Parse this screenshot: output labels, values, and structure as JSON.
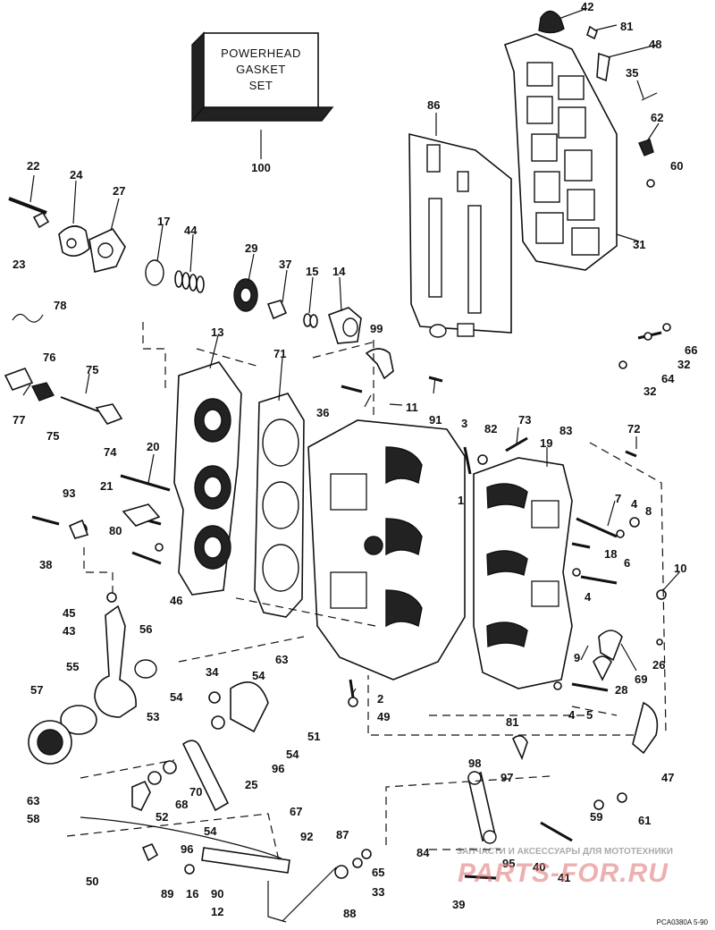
{
  "kit_box": {
    "line1": "POWERHEAD",
    "line2": "GASKET",
    "line3": "SET",
    "number": "100"
  },
  "callouts": [
    {
      "id": "42",
      "text": "42"
    },
    {
      "id": "81a",
      "text": "81"
    },
    {
      "id": "48",
      "text": "48"
    },
    {
      "id": "35",
      "text": "35"
    },
    {
      "id": "86",
      "text": "86"
    },
    {
      "id": "62",
      "text": "62"
    },
    {
      "id": "60",
      "text": "60"
    },
    {
      "id": "31",
      "text": "31"
    },
    {
      "id": "22",
      "text": "22"
    },
    {
      "id": "24",
      "text": "24"
    },
    {
      "id": "27",
      "text": "27"
    },
    {
      "id": "17",
      "text": "17"
    },
    {
      "id": "44",
      "text": "44"
    },
    {
      "id": "29",
      "text": "29"
    },
    {
      "id": "37",
      "text": "37"
    },
    {
      "id": "15",
      "text": "15"
    },
    {
      "id": "14",
      "text": "14"
    },
    {
      "id": "23",
      "text": "23"
    },
    {
      "id": "78",
      "text": "78"
    },
    {
      "id": "13",
      "text": "13"
    },
    {
      "id": "71",
      "text": "71"
    },
    {
      "id": "99",
      "text": "99"
    },
    {
      "id": "66",
      "text": "66"
    },
    {
      "id": "32a",
      "text": "32"
    },
    {
      "id": "64",
      "text": "64"
    },
    {
      "id": "32b",
      "text": "32"
    },
    {
      "id": "76",
      "text": "76"
    },
    {
      "id": "75a",
      "text": "75"
    },
    {
      "id": "77",
      "text": "77"
    },
    {
      "id": "75b",
      "text": "75"
    },
    {
      "id": "74",
      "text": "74"
    },
    {
      "id": "36",
      "text": "36"
    },
    {
      "id": "11",
      "text": "11"
    },
    {
      "id": "91",
      "text": "91"
    },
    {
      "id": "3",
      "text": "3"
    },
    {
      "id": "82",
      "text": "82"
    },
    {
      "id": "73",
      "text": "73"
    },
    {
      "id": "83",
      "text": "83"
    },
    {
      "id": "19a",
      "text": "19"
    },
    {
      "id": "72",
      "text": "72"
    },
    {
      "id": "20",
      "text": "20"
    },
    {
      "id": "1",
      "text": "1"
    },
    {
      "id": "93",
      "text": "93"
    },
    {
      "id": "21",
      "text": "21"
    },
    {
      "id": "7",
      "text": "7"
    },
    {
      "id": "4a",
      "text": "4"
    },
    {
      "id": "8",
      "text": "8"
    },
    {
      "id": "80",
      "text": "80"
    },
    {
      "id": "38",
      "text": "38"
    },
    {
      "id": "18",
      "text": "18"
    },
    {
      "id": "6",
      "text": "6"
    },
    {
      "id": "46",
      "text": "46"
    },
    {
      "id": "10",
      "text": "10"
    },
    {
      "id": "4b",
      "text": "4"
    },
    {
      "id": "45",
      "text": "45"
    },
    {
      "id": "43",
      "text": "43"
    },
    {
      "id": "56",
      "text": "56"
    },
    {
      "id": "63a",
      "text": "63"
    },
    {
      "id": "34",
      "text": "34"
    },
    {
      "id": "54a",
      "text": "54"
    },
    {
      "id": "9",
      "text": "9"
    },
    {
      "id": "69",
      "text": "69"
    },
    {
      "id": "26",
      "text": "26"
    },
    {
      "id": "55",
      "text": "55"
    },
    {
      "id": "28",
      "text": "28"
    },
    {
      "id": "57",
      "text": "57"
    },
    {
      "id": "2",
      "text": "2"
    },
    {
      "id": "54b",
      "text": "54"
    },
    {
      "id": "53",
      "text": "53"
    },
    {
      "id": "49",
      "text": "49"
    },
    {
      "id": "4c",
      "text": "4"
    },
    {
      "id": "5",
      "text": "5"
    },
    {
      "id": "51",
      "text": "51"
    },
    {
      "id": "81b",
      "text": "81"
    },
    {
      "id": "54c",
      "text": "54"
    },
    {
      "id": "96a",
      "text": "96"
    },
    {
      "id": "98",
      "text": "98"
    },
    {
      "id": "97",
      "text": "97"
    },
    {
      "id": "47",
      "text": "47"
    },
    {
      "id": "25",
      "text": "25"
    },
    {
      "id": "70",
      "text": "70"
    },
    {
      "id": "68",
      "text": "68"
    },
    {
      "id": "63b",
      "text": "63"
    },
    {
      "id": "52",
      "text": "52"
    },
    {
      "id": "58",
      "text": "58"
    },
    {
      "id": "54d",
      "text": "54"
    },
    {
      "id": "59",
      "text": "59"
    },
    {
      "id": "61",
      "text": "61"
    },
    {
      "id": "67",
      "text": "67"
    },
    {
      "id": "87",
      "text": "87"
    },
    {
      "id": "92",
      "text": "92"
    },
    {
      "id": "96b",
      "text": "96"
    },
    {
      "id": "84",
      "text": "84"
    },
    {
      "id": "95",
      "text": "95"
    },
    {
      "id": "40",
      "text": "40"
    },
    {
      "id": "41",
      "text": "41"
    },
    {
      "id": "65",
      "text": "65"
    },
    {
      "id": "50",
      "text": "50"
    },
    {
      "id": "89",
      "text": "89"
    },
    {
      "id": "16",
      "text": "16"
    },
    {
      "id": "90",
      "text": "90"
    },
    {
      "id": "33",
      "text": "33"
    },
    {
      "id": "39",
      "text": "39"
    },
    {
      "id": "12",
      "text": "12"
    },
    {
      "id": "88",
      "text": "88"
    }
  ],
  "watermark": {
    "caption": "ЗАПЧАСТИ И АКСЕССУАРЫ ДЛЯ МОТОТЕХНИКИ",
    "logo": "PARTS-FOR.RU"
  },
  "footer_code": "PCA0380A  5-90"
}
